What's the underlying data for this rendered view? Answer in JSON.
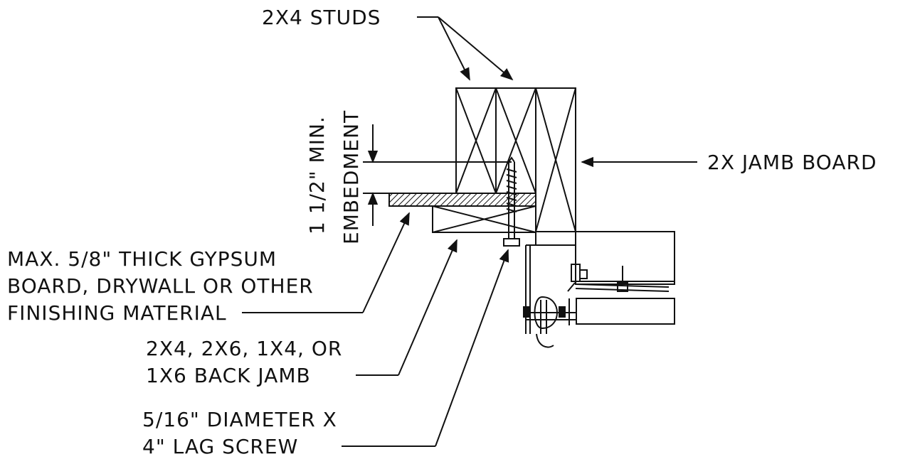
{
  "labels": {
    "studs": "2X4 STUDS",
    "jamb_board": "2X JAMB BOARD",
    "embedment_line1": "1 1/2\" MIN.",
    "embedment_line2": "EMBEDMENT",
    "gypsum_line1": "MAX. 5/8\" THICK GYPSUM",
    "gypsum_line2": "BOARD, DRYWALL OR OTHER",
    "gypsum_line3": "FINISHING MATERIAL",
    "back_jamb_line1": "2X4, 2X6, 1X4, OR",
    "back_jamb_line2": "1X6 BACK JAMB",
    "lag_line1": "5/16\" DIAMETER X",
    "lag_line2": "4\" LAG SCREW"
  },
  "colors": {
    "ink": "#111111",
    "background": "#ffffff"
  }
}
